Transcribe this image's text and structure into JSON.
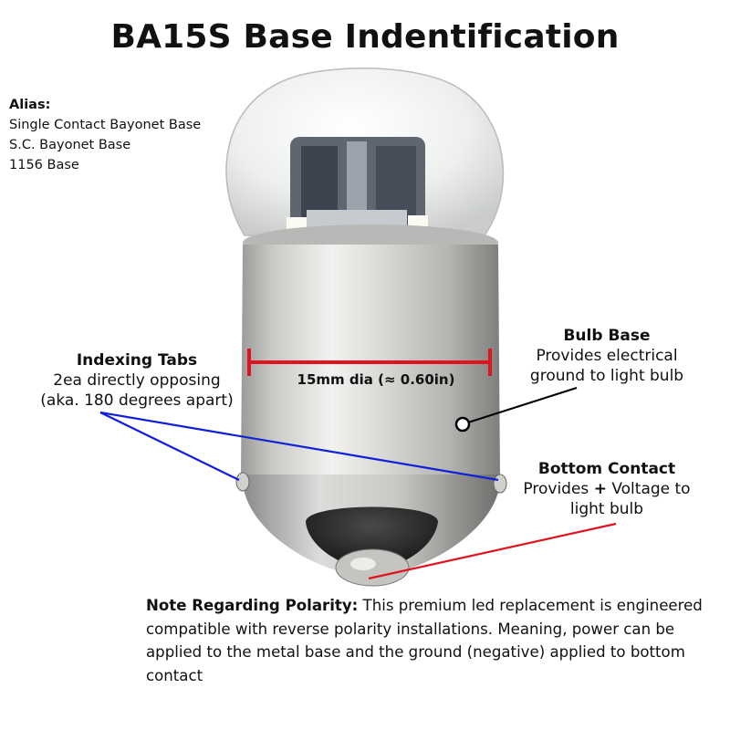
{
  "title": "BA15S Base Indentification",
  "alias": {
    "heading": "Alias:",
    "items": [
      "Single Contact Bayonet Base",
      "S.C. Bayonet Base",
      "1156 Base"
    ]
  },
  "diameter_label": "15mm dia (≈ 0.60in)",
  "callouts": {
    "indexing_tabs": {
      "heading": "Indexing Tabs",
      "lines": [
        "2ea directly opposing",
        "(aka. 180 degrees apart)"
      ]
    },
    "bulb_base": {
      "heading": "Bulb Base",
      "lines": [
        "Provides electrical",
        "ground to light bulb"
      ]
    },
    "bottom_contact": {
      "heading": "Bottom Contact",
      "line1_pre": "Provides ",
      "line1_bold": "+",
      "line1_post": " Voltage to",
      "line2": "light bulb"
    }
  },
  "note": {
    "heading": "Note Regarding Polarity:",
    "body": " This premium led replacement is engineered compatible with reverse polarity installations. Meaning, power can be applied to the metal base and the ground (negative) applied to bottom contact"
  },
  "colors": {
    "dimension": "#e0141e",
    "tabs_leader": "#1020d8",
    "contact_leader": "#e0141e",
    "base_leader": "#000000"
  }
}
